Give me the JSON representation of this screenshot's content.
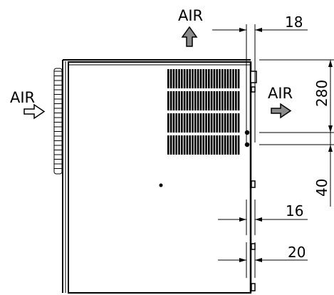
{
  "labels": {
    "air_top": "AIR",
    "air_left": "AIR",
    "air_right": "AIR"
  },
  "dimensions": {
    "top_gap": "18",
    "height_280": "280",
    "height_40": "40",
    "depth_16": "16",
    "depth_20": "20"
  },
  "colors": {
    "line": "#000000",
    "arrow_fill": "#888888",
    "vent_fill": "#000000",
    "background": "#ffffff"
  },
  "icons": {
    "air_top_arrow": "up-arrow-icon",
    "air_left_arrow": "right-arrow-icon",
    "air_right_arrow": "right-arrow-icon"
  }
}
